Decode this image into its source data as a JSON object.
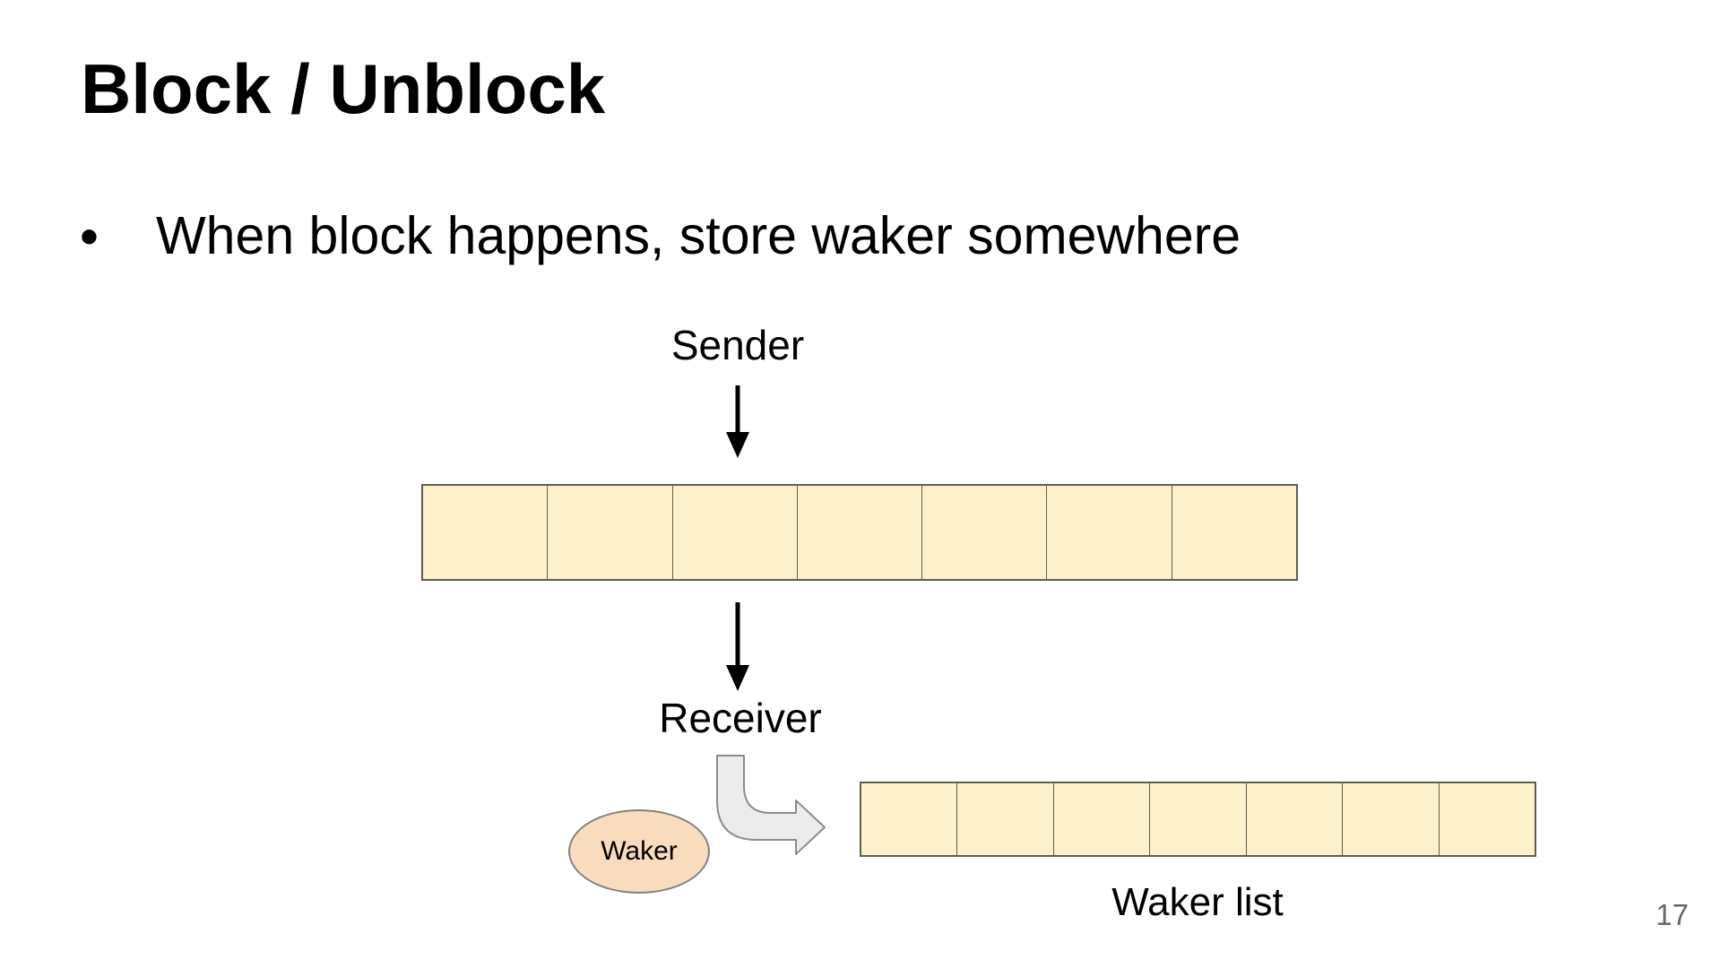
{
  "slide": {
    "title": "Block / Unblock",
    "bullet_marker": "●",
    "bullet_text": "When block happens, store waker somewhere",
    "page_number": "17"
  },
  "diagram": {
    "sender_label": "Sender",
    "receiver_label": "Receiver",
    "waker_label": "Waker",
    "waker_list_label": "Waker list",
    "channel_buffer_cells": 7,
    "waker_list_cells": 7,
    "colors": {
      "cell_fill": "#FCF1CB",
      "cell_border": "#605E50",
      "waker_fill": "#F8DCBD",
      "waker_border": "#828282",
      "bent_arrow_fill": "#ECECEC",
      "bent_arrow_border": "#8C8C8C",
      "straight_arrow": "#000000",
      "page_number": "#666666"
    }
  }
}
